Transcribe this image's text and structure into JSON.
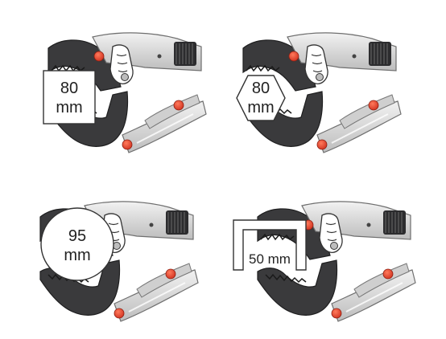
{
  "panels": [
    {
      "shape": "square-clamp",
      "label_line1": "80",
      "label_line2": "mm"
    },
    {
      "shape": "hexagon-clamp",
      "label_line1": "80",
      "label_line2": "mm"
    },
    {
      "shape": "round-clamp",
      "label_line1": "95",
      "label_line2": "mm"
    },
    {
      "shape": "flat-profile-clamp",
      "label_line1": "50 mm"
    }
  ],
  "colors": {
    "jaw": "#3a3a3c",
    "jaw_dark": "#252527",
    "handle_silver": "#d9d9d9",
    "handle_edge": "#7a7a7a",
    "rivet": "#e8432e",
    "outline": "#333333"
  }
}
